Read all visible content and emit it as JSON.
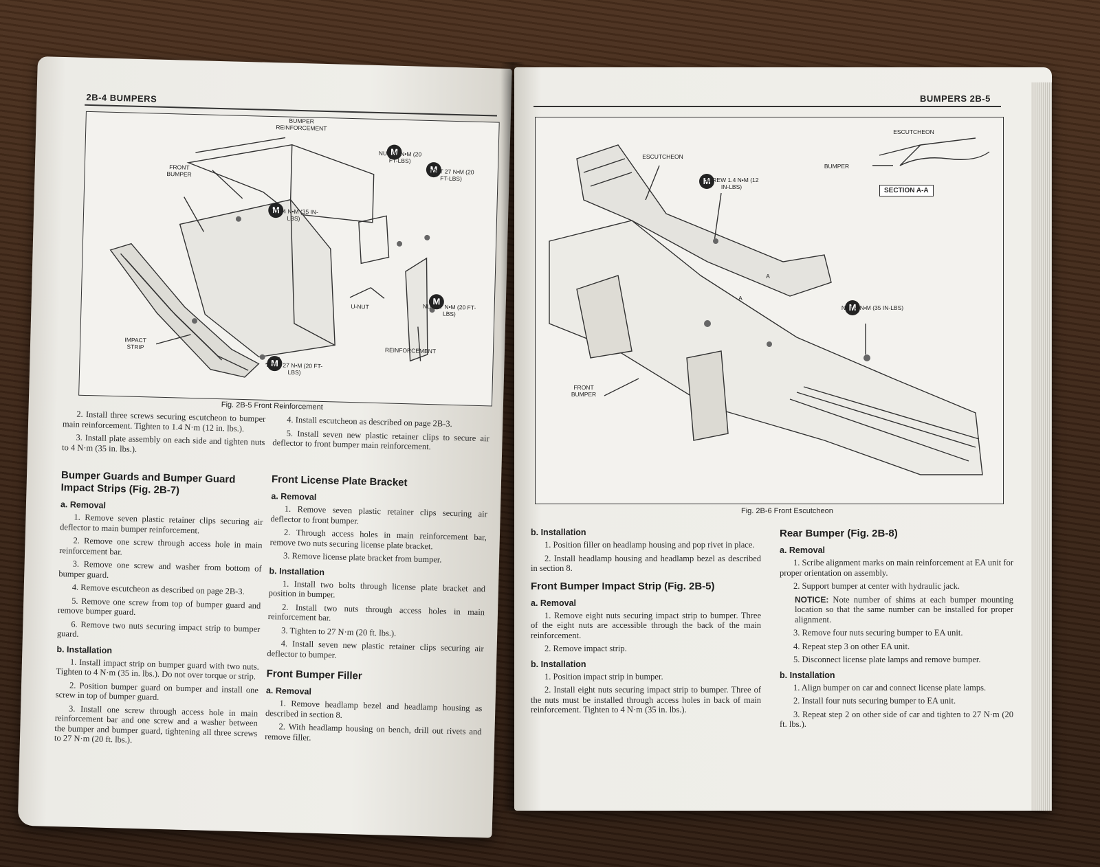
{
  "left_page": {
    "header": "2B-4  BUMPERS",
    "figure": {
      "caption": "Fig. 2B-5 Front Reinforcement",
      "labels": {
        "bumper_reinforcement": "BUMPER REINFORCEMENT",
        "front_bumper": "FRONT BUMPER",
        "nut_27": "NUT 27 N•m (20 FT-LBS)",
        "bolt_27": "BOLT 27 N•m (20 FT-LBS)",
        "nut_4": "NUT 4 N•m (35 IN-LBS)",
        "u_nut": "U-NUT",
        "nut_27b": "NUT 27 N•m (20 FT-LBS)",
        "reinforcement": "REINFORCEMENT",
        "impact_strip": "IMPACT STRIP",
        "bolt_27b": "BOLT 27 N•m (20 FT-LBS)",
        "m": "M"
      }
    },
    "top_left_paragraphs": [
      "2. Install three screws securing escutcheon to bumper main reinforcement. Tighten to 1.4 N·m (12 in. lbs.).",
      "3. Install plate assembly on each side and tighten nuts to 4 N·m (35 in. lbs.)."
    ],
    "top_right_paragraphs": [
      "4. Install escutcheon as described on page 2B-3.",
      "5. Install seven new plastic retainer clips to secure air deflector to front bumper main reinforcement."
    ],
    "guards": {
      "title": "Bumper Guards and Bumper Guard Impact Strips (Fig. 2B-7)",
      "removal_heading": "a. Removal",
      "removal_steps": [
        "1. Remove seven plastic retainer clips securing air deflector to main bumper reinforcement.",
        "2. Remove one screw through access hole in main reinforcement bar.",
        "3. Remove one screw and washer from bottom of bumper guard.",
        "4. Remove escutcheon as described on page 2B-3.",
        "5. Remove one screw from top of bumper guard and remove bumper guard.",
        "6. Remove two nuts securing impact strip to bumper guard."
      ],
      "install_heading": "b. Installation",
      "install_steps": [
        "1. Install impact strip on bumper guard with two nuts. Tighten to 4 N·m (35 in. lbs.). Do not over torque or strip.",
        "2. Position bumper guard on bumper and install one screw in top of bumper guard.",
        "3. Install one screw through access hole in main reinforcement bar and one screw and a washer between the bumper and bumper guard, tightening all three screws to 27 N·m (20 ft. lbs.)."
      ]
    },
    "license": {
      "title": "Front License Plate Bracket",
      "removal_heading": "a. Removal",
      "removal_steps": [
        "1. Remove seven plastic retainer clips securing air deflector to front bumper.",
        "2. Through access holes in main reinforcement bar, remove two nuts securing license plate bracket.",
        "3. Remove license plate bracket from bumper."
      ],
      "install_heading": "b. Installation",
      "install_steps": [
        "1. Install two bolts through license plate bracket and position in bumper.",
        "2. Install two nuts through access holes in main reinforcement bar.",
        "3. Tighten to 27 N·m (20 ft. lbs.).",
        "4. Install seven new plastic retainer clips securing air deflector to bumper."
      ]
    },
    "filler": {
      "title": "Front Bumper Filler",
      "removal_heading": "a. Removal",
      "removal_steps": [
        "1. Remove headlamp bezel and headlamp housing as described in section 8.",
        "2. With headlamp housing on bench, drill out rivets and remove filler."
      ]
    }
  },
  "right_page": {
    "header": "BUMPERS  2B-5",
    "figure": {
      "caption": "Fig. 2B-6 Front Escutcheon",
      "labels": {
        "escutcheon": "ESCUTCHEON",
        "screw": "SCREW 1.4 N•m (12 IN-LBS)",
        "escutcheon_detail": "ESCUTCHEON",
        "bumper_detail": "BUMPER",
        "section": "SECTION A-A",
        "nut": "NUT 4 N•m (35 IN-LBS)",
        "front_bumper": "FRONT BUMPER",
        "a": "A",
        "m": "M"
      }
    },
    "installation": {
      "heading": "b. Installation",
      "steps": [
        "1. Position filler on headlamp housing and pop rivet in place.",
        "2. Install headlamp housing and headlamp bezel as described in section 8."
      ]
    },
    "impact_strip": {
      "title": "Front Bumper Impact Strip (Fig. 2B-5)",
      "removal_heading": "a. Removal",
      "removal_steps": [
        "1. Remove eight nuts securing impact strip to bumper. Three of the eight nuts are accessible through the back of the main reinforcement.",
        "2. Remove impact strip."
      ],
      "install_heading": "b. Installation",
      "install_steps": [
        "1. Position impact strip in bumper.",
        "2. Install eight nuts securing impact strip to bumper. Three of the nuts must be installed through access holes in back of main reinforcement. Tighten to 4 N·m (35 in. lbs.)."
      ]
    },
    "rear": {
      "title": "Rear Bumper (Fig. 2B-8)",
      "removal_heading": "a. Removal",
      "removal_steps": [
        "1. Scribe alignment marks on main reinforcement at EA unit for proper orientation on assembly.",
        "2. Support bumper at center with hydraulic jack."
      ],
      "notice_label": "NOTICE:",
      "notice_text": "Note number of shims at each bumper mounting location so that the same number can be installed for proper alignment.",
      "removal_steps_2": [
        "3. Remove four nuts securing bumper to EA unit.",
        "4. Repeat step 3 on other EA unit.",
        "5. Disconnect license plate lamps and remove bumper."
      ],
      "install_heading": "b. Installation",
      "install_steps": [
        "1. Align bumper on car and connect license plate lamps.",
        "2. Install four nuts securing bumper to EA unit.",
        "3. Repeat step 2 on other side of car and tighten to 27 N·m (20 ft. lbs.)."
      ]
    }
  }
}
